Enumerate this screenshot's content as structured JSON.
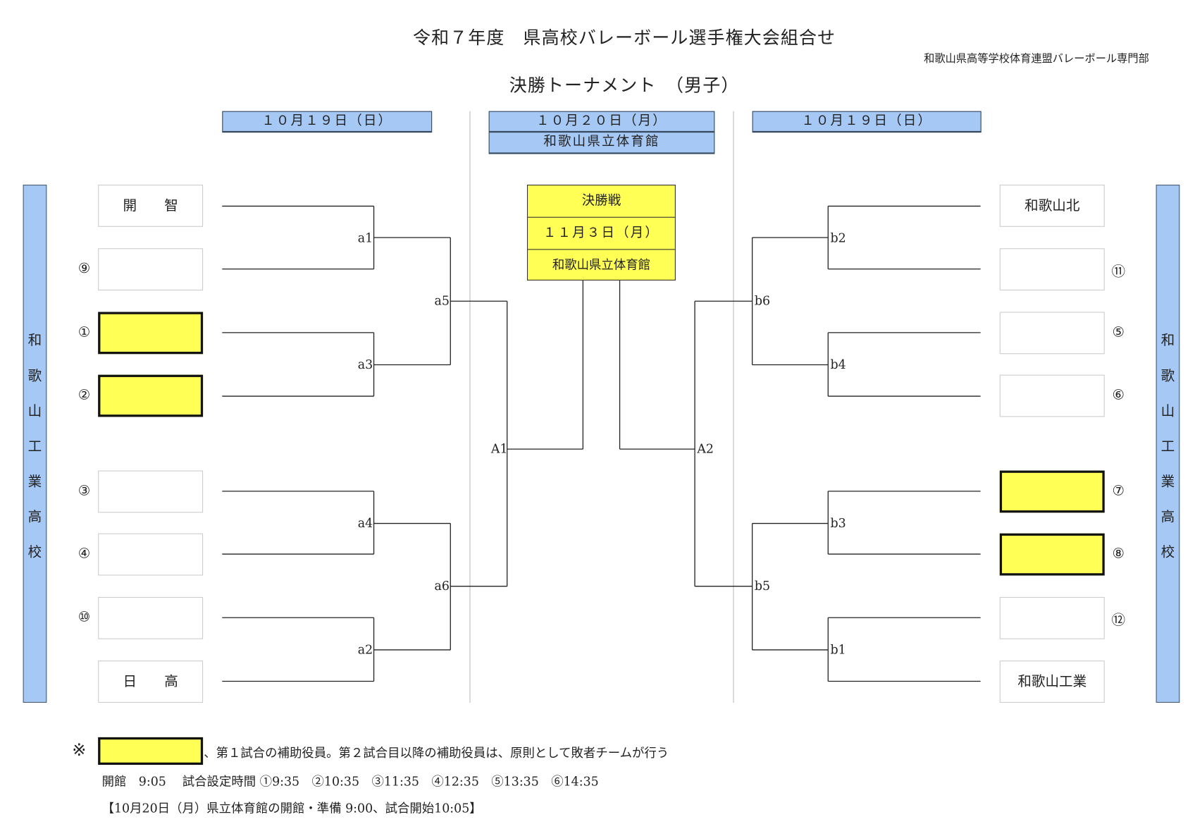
{
  "header": {
    "title": "令和７年度　県高校バレーボール選手権大会組合せ",
    "organizer": "和歌山県高等学校体育連盟バレーボール専門部",
    "subtitle": "決勝トーナメント　（男子）"
  },
  "dates": {
    "left": "１０月１９日（日）",
    "center": "１０月２０日（月）",
    "center_venue": "和歌山県立体育館",
    "right": "１０月１９日（日）"
  },
  "sidebars": {
    "left": [
      "和",
      "歌",
      "山",
      "工",
      "業",
      "高",
      "校"
    ],
    "right": [
      "和",
      "歌",
      "山",
      "工",
      "業",
      "高",
      "校"
    ]
  },
  "left_teams": [
    {
      "num": "",
      "name": "開　　智",
      "highlight": false
    },
    {
      "num": "⑨",
      "name": "",
      "highlight": false
    },
    {
      "num": "①",
      "name": "",
      "highlight": true
    },
    {
      "num": "②",
      "name": "",
      "highlight": true
    },
    {
      "num": "③",
      "name": "",
      "highlight": false
    },
    {
      "num": "④",
      "name": "",
      "highlight": false
    },
    {
      "num": "⑩",
      "name": "",
      "highlight": false
    },
    {
      "num": "",
      "name": "日　　高",
      "highlight": false
    }
  ],
  "right_teams": [
    {
      "num": "",
      "name": "和歌山北",
      "highlight": false
    },
    {
      "num": "⑪",
      "name": "",
      "highlight": false
    },
    {
      "num": "⑤",
      "name": "",
      "highlight": false
    },
    {
      "num": "⑥",
      "name": "",
      "highlight": false
    },
    {
      "num": "⑦",
      "name": "",
      "highlight": true
    },
    {
      "num": "⑧",
      "name": "",
      "highlight": true
    },
    {
      "num": "⑫",
      "name": "",
      "highlight": false
    },
    {
      "num": "",
      "name": "和歌山工業",
      "highlight": false
    }
  ],
  "match_labels": {
    "a1": "a1",
    "a2": "a2",
    "a3": "a3",
    "a4": "a4",
    "a5": "a5",
    "a6": "a6",
    "A1": "A1",
    "b1": "b1",
    "b2": "b2",
    "b3": "b3",
    "b4": "b4",
    "b5": "b5",
    "b6": "b6",
    "A2": "A2"
  },
  "final": {
    "title": "決勝戦",
    "date": "１１月３日（月）",
    "venue": "和歌山県立体育館"
  },
  "notes": {
    "mark": "※",
    "legend": "、第１試合の補助役員。第２試合目以降の補助役員は、原則として敗者チームが行う",
    "schedule": "開館　9:05　 試合設定時間 ①9:35　②10:35　③11:35　④12:35　⑤13:35　⑥14:35",
    "day2": "【10月20日（月）県立体育館の開館・準備 9:00、試合開始10:05】"
  },
  "colors": {
    "highlight": "#ffff55",
    "header_blue": "#a6c8f5"
  }
}
